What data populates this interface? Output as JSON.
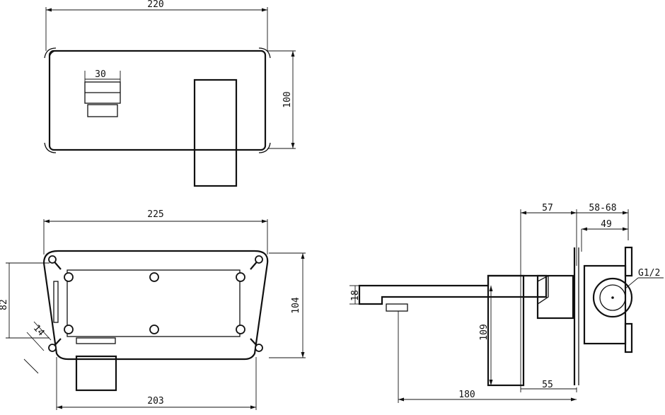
{
  "dimensions": {
    "front_width": "220",
    "handle_width": "30",
    "front_height": "100",
    "plate_width": "225",
    "plate_inner_height": "82",
    "plate_height": "104",
    "slot_size": "14",
    "plate_bottom_width": "203",
    "side_depth": "57",
    "wall_range": "58-68",
    "box_depth": "49",
    "thread": "G1/2",
    "spout_thickness": "18",
    "body_height": "109",
    "spout_length": "180",
    "base_length": "55"
  }
}
